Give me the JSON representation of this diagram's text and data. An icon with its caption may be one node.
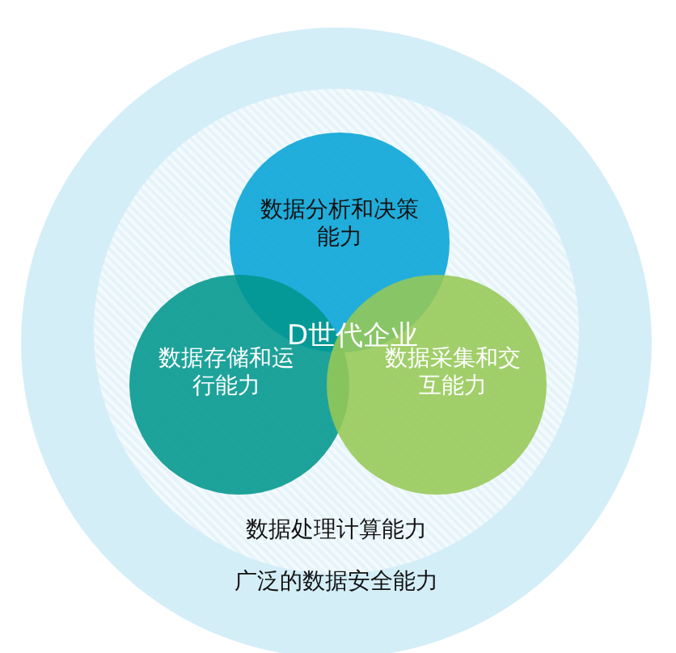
{
  "diagram": {
    "nodes": [
      {
        "text": [
          "广泛的数据安全能力"
        ]
      },
      {
        "text": [
          "数据处理计算能力"
        ],
        "in": 0
      },
      {
        "text": [
          "数据分析和决策能力"
        ],
        "in": 1
      },
      {
        "text": [
          "数据存储和运行能力"
        ],
        "in": 1
      },
      {
        "text": [
          "数据采集和交互能力"
        ],
        "in": 1
      }
    ],
    "labels": [
      "D世代企业"
    ]
  }
}
